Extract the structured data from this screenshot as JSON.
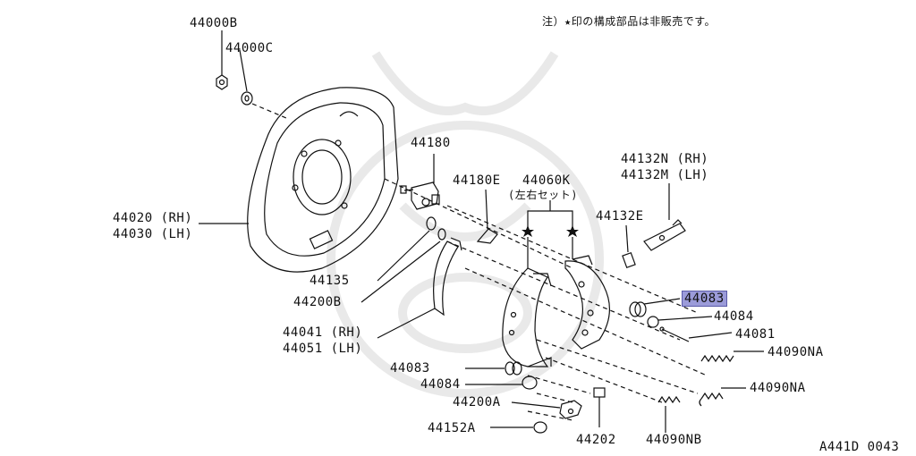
{
  "note": "注）★印の構成部品は非販売です。",
  "figure_code": "A441D 0043",
  "labels": {
    "p44000B": "44000B",
    "p44000C": "44000C",
    "p44180": "44180",
    "p44180E": "44180E",
    "p44060K": "44060K",
    "p44060K_sub": "(左右セット)",
    "p44132N": "44132N (RH)",
    "p44132M": "44132M (LH)",
    "p44132E": "44132E",
    "p44020": "44020 (RH)",
    "p44030": "44030 (LH)",
    "p44135": "44135",
    "p44200B": "44200B",
    "p44041": "44041 (RH)",
    "p44051": "44051 (LH)",
    "p44083_right": "44083",
    "p44084_right": "44084",
    "p44081": "44081",
    "p44090NA_top": "44090NA",
    "p44090NA_bottom": "44090NA",
    "p44083_left": "44083",
    "p44084_left": "44084",
    "p44200A": "44200A",
    "p44152A": "44152A",
    "p44202": "44202",
    "p44090NB": "44090NB"
  },
  "colors": {
    "ink": "#111111",
    "highlight": "#9b9bd9",
    "watermark": "#e9e9e9"
  },
  "icons": {
    "non_sale_marker": "star-icon"
  }
}
